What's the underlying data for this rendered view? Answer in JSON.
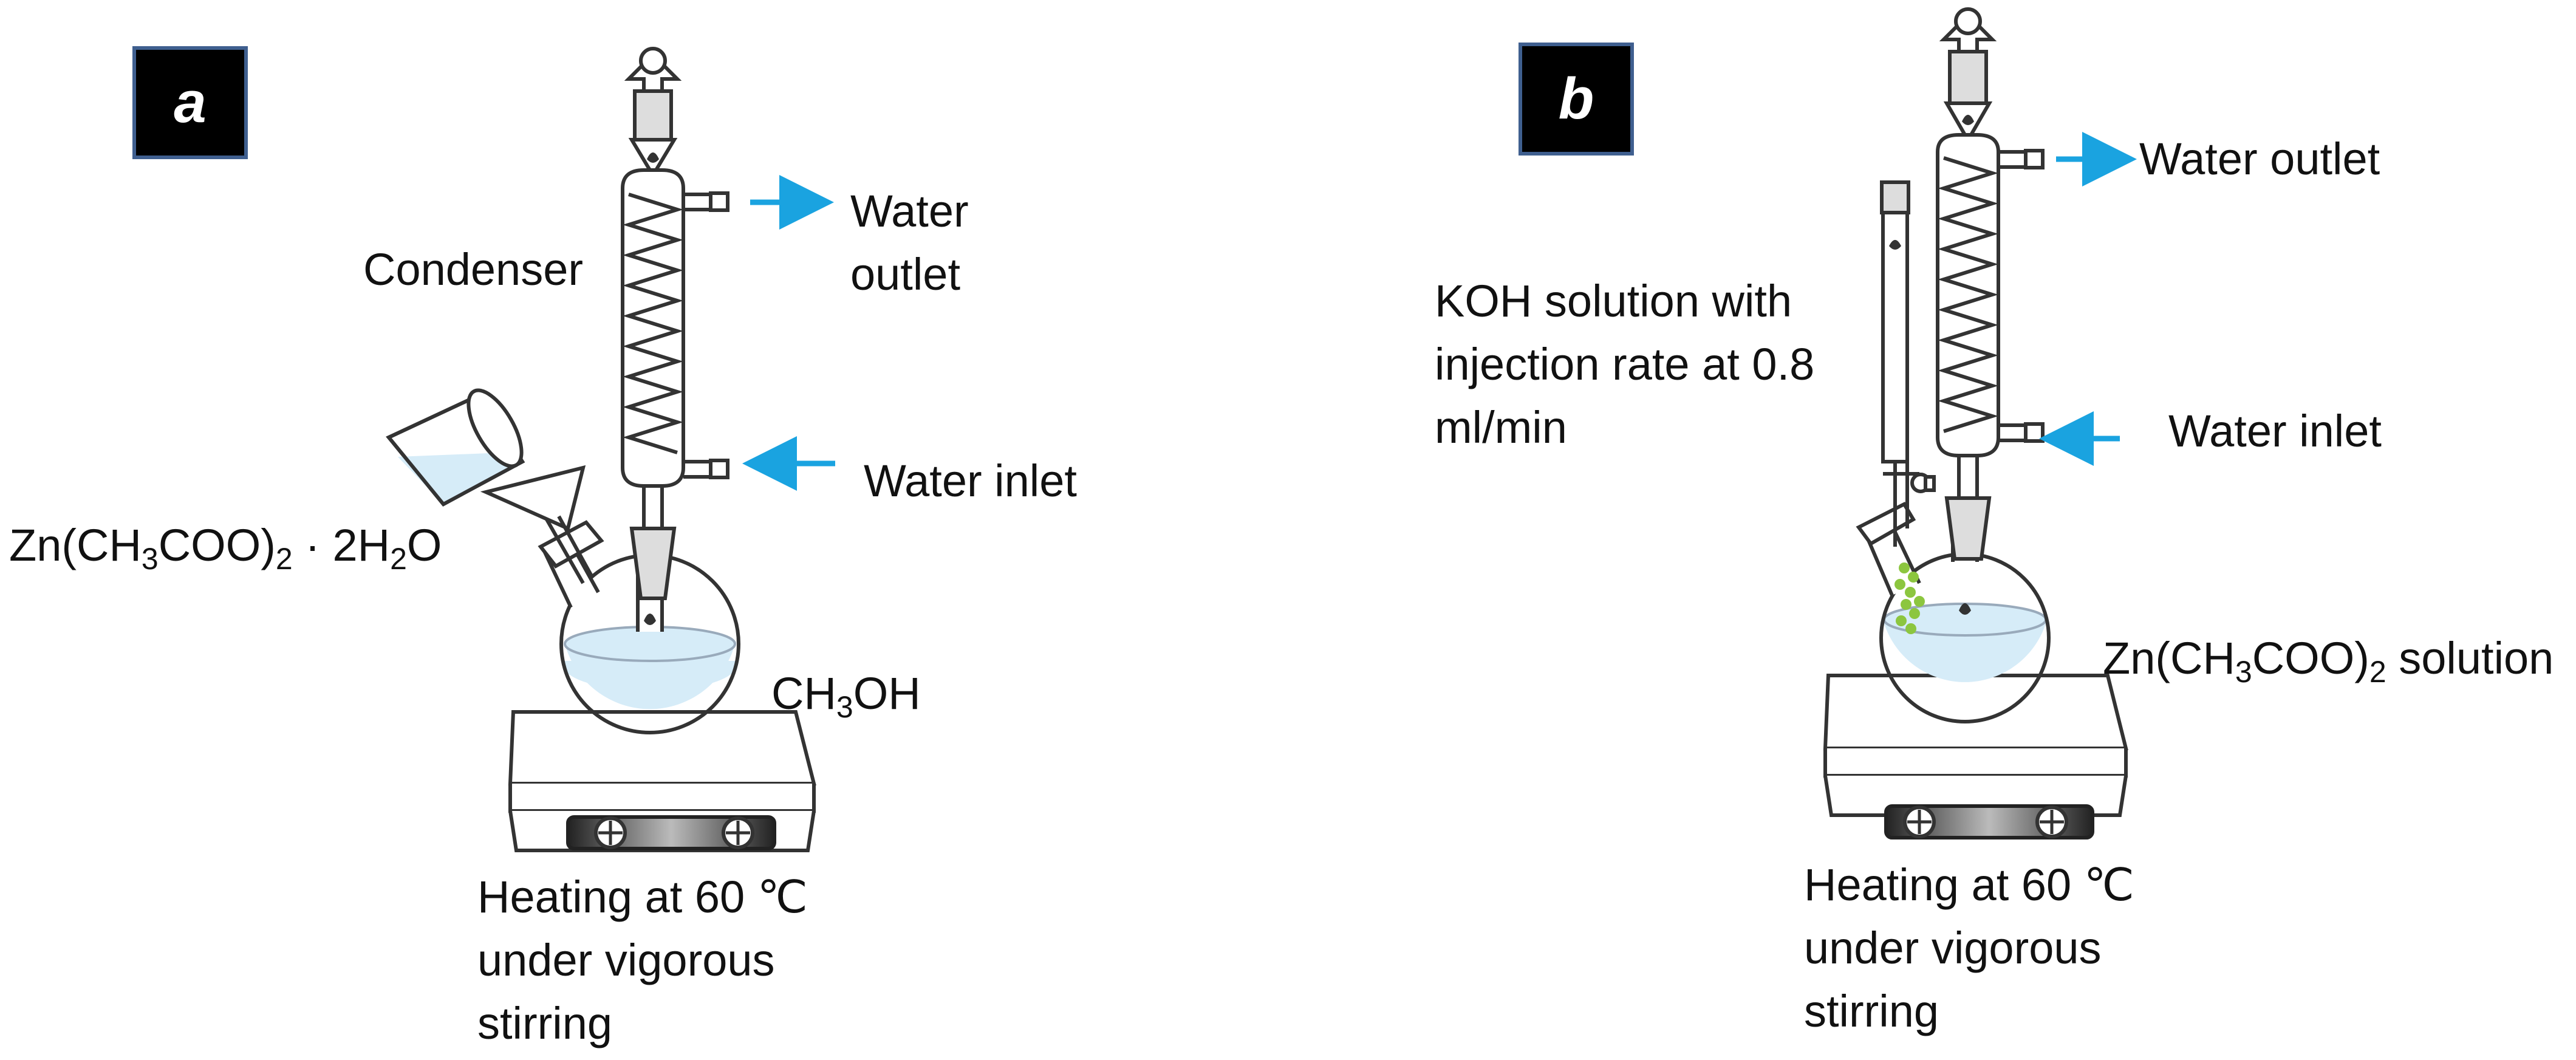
{
  "panels": [
    {
      "badge": "a",
      "condenser_label": "Condenser",
      "outlet_label": [
        "Water",
        "outlet"
      ],
      "inlet_label": "Water inlet",
      "reagent_label": {
        "pre": "Zn(CH",
        "s1": "3",
        "mid": "COO)",
        "s2": "2",
        "mid2": " · 2H",
        "s3": "2",
        "post": "O"
      },
      "solvent_label": {
        "pre": "CH",
        "s1": "3",
        "post": "OH"
      },
      "heating_label": [
        "Heating at 60 ℃",
        "under vigorous",
        "stirring"
      ]
    },
    {
      "badge": "b",
      "outlet_label": "Water outlet",
      "inlet_label": "Water inlet",
      "koh_label": [
        "KOH solution with",
        "injection rate at 0.8",
        "ml/min"
      ],
      "solution_label": {
        "pre": "Zn(CH",
        "s1": "3",
        "mid": "COO)",
        "s2": "2",
        "post": " solution"
      },
      "heating_label": [
        "Heating at 60 ℃",
        "under vigorous",
        "stirring"
      ]
    }
  ],
  "colors": {
    "arrow": "#1aa3e0",
    "liquid": "#d6ecf8",
    "droplets": "#8cc63f",
    "badge_bg": "#000000",
    "badge_border": "#3f5f8f"
  }
}
